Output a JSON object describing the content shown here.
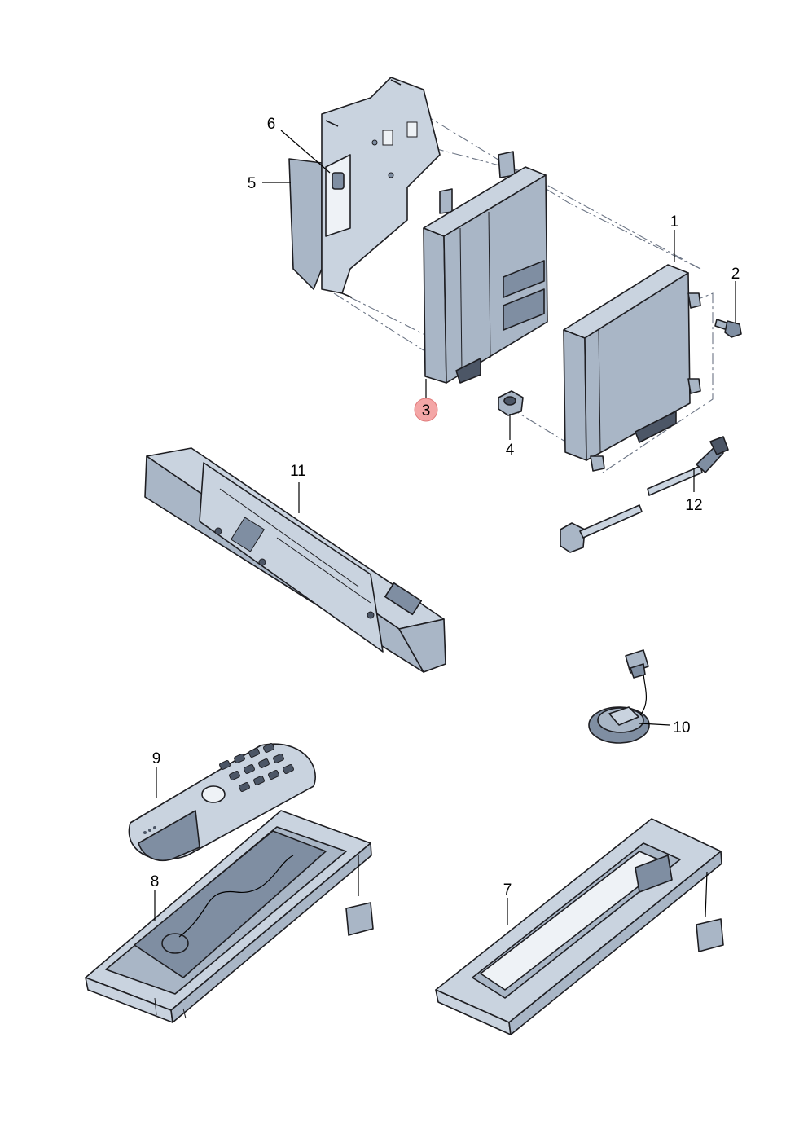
{
  "callouts": {
    "c1": "1",
    "c2": "2",
    "c3": "3",
    "c4": "4",
    "c5": "5",
    "c6": "6",
    "c7": "7",
    "c8": "8",
    "c9": "9",
    "c10": "10",
    "c11": "11",
    "c12": "12"
  },
  "highlight": {
    "callout": "3",
    "color": "#f4a6a6"
  },
  "colors": {
    "part_light": "#c9d3df",
    "part_mid": "#a9b6c6",
    "part_dark": "#7f8ea2",
    "outline": "#1e1e22",
    "assembly_line": "#6b7484"
  }
}
